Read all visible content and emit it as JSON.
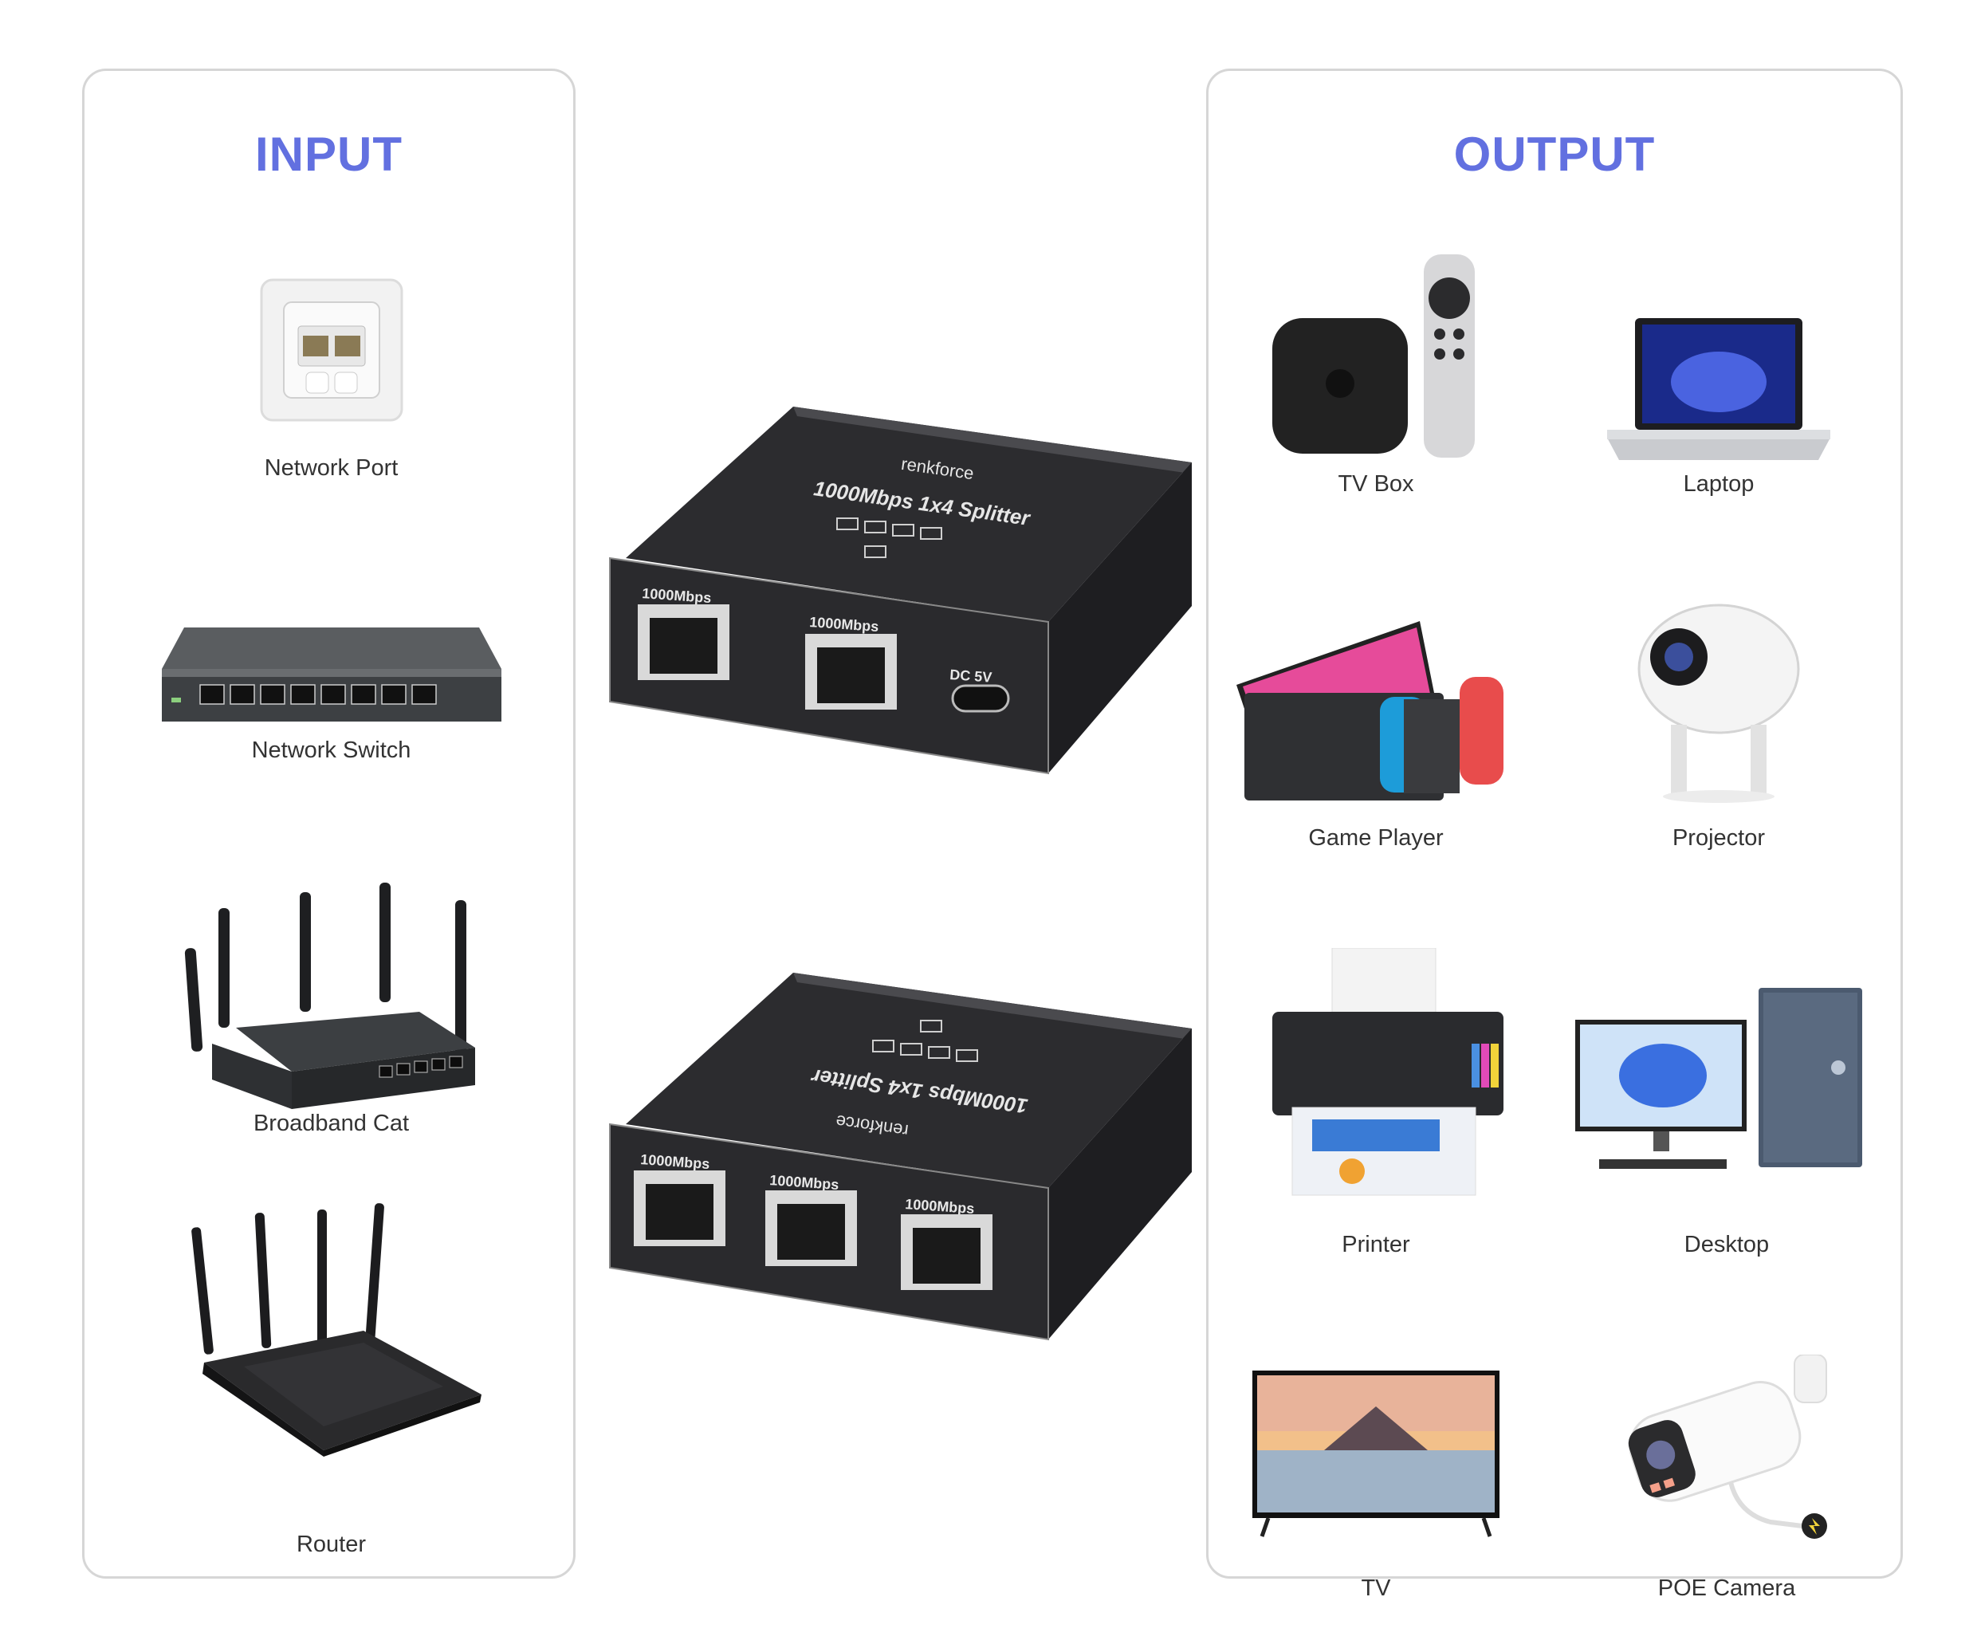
{
  "input": {
    "title": "INPUT",
    "items": [
      {
        "label": "Network Port",
        "icon": "wall-network-port-icon"
      },
      {
        "label": "Network Switch",
        "icon": "network-switch-icon"
      },
      {
        "label": "Broadband Cat",
        "icon": "broadband-cat-router-icon"
      },
      {
        "label": "Router",
        "icon": "wifi-router-icon"
      }
    ]
  },
  "output": {
    "title": "OUTPUT",
    "items": [
      {
        "label": "TV Box",
        "icon": "tv-box-icon"
      },
      {
        "label": "Laptop",
        "icon": "laptop-icon"
      },
      {
        "label": "Game Player",
        "icon": "game-console-icon"
      },
      {
        "label": "Projector",
        "icon": "projector-icon"
      },
      {
        "label": "Printer",
        "icon": "printer-icon"
      },
      {
        "label": "Desktop",
        "icon": "desktop-computer-icon"
      },
      {
        "label": "TV",
        "icon": "television-icon"
      },
      {
        "label": "POE Camera",
        "icon": "poe-camera-icon"
      }
    ]
  },
  "splitter_top": {
    "brand": "renkforce",
    "model": "1000Mbps 1x4 Splitter",
    "port_label_1": "1000Mbps",
    "port_label_2": "1000Mbps",
    "power_label": "DC 5V"
  },
  "splitter_bottom": {
    "brand": "renkforce",
    "model": "1000Mbps 1x4 Splitter",
    "port_label_1": "1000Mbps",
    "port_label_2": "1000Mbps",
    "port_label_3": "1000Mbps"
  },
  "colors": {
    "heading": "#6270e0",
    "panel_border": "#d6d6d6",
    "device_body": "#2c2c2f"
  }
}
